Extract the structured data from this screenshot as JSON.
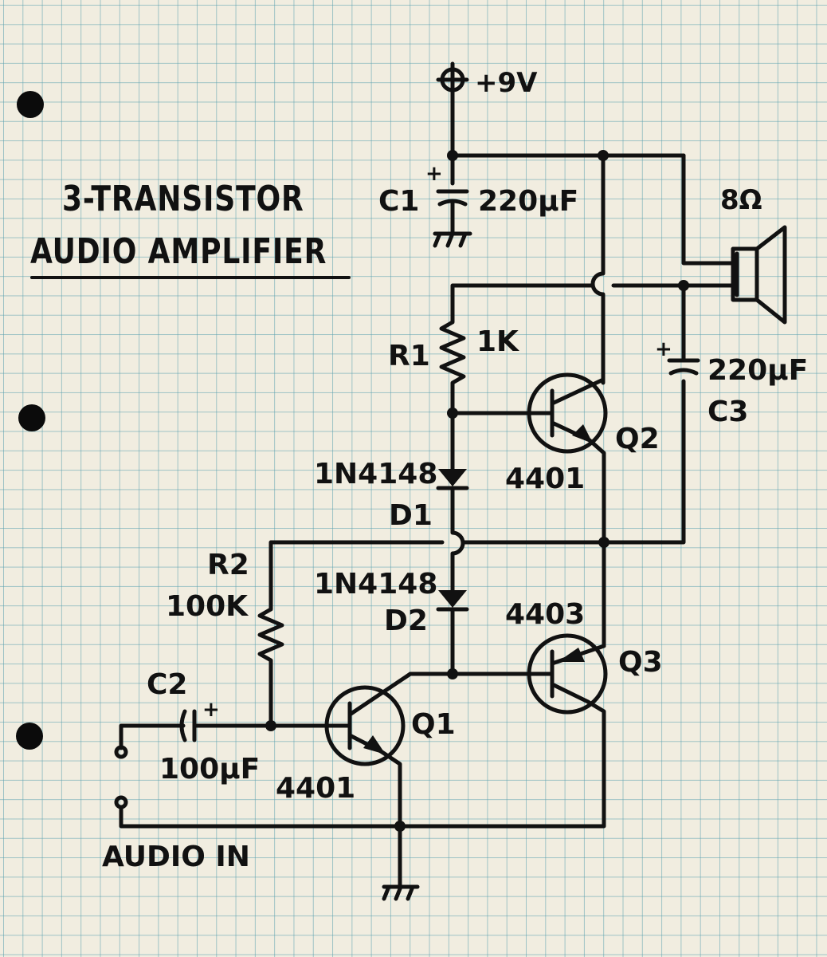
{
  "title": {
    "line1": "3-TRANSISTOR",
    "line2": "AUDIO AMPLIFIER"
  },
  "supply": {
    "label": "+9V"
  },
  "components": {
    "c1": {
      "name": "C1",
      "value": "220µF",
      "polarity": "+"
    },
    "c2": {
      "name": "C2",
      "value": "100µF",
      "polarity": "+"
    },
    "c3": {
      "name": "C3",
      "value": "220µF",
      "polarity": "+"
    },
    "r1": {
      "name": "R1",
      "value": "1K"
    },
    "r2": {
      "name": "R2",
      "value": "100K"
    },
    "d1": {
      "part": "1N4148",
      "name": "D1"
    },
    "d2": {
      "part": "1N4148",
      "name": "D2"
    },
    "q1": {
      "name": "Q1",
      "part": "4401"
    },
    "q2": {
      "name": "Q2",
      "part": "4401"
    },
    "q3": {
      "name": "Q3",
      "part": "4403"
    },
    "speaker": {
      "value": "8Ω"
    }
  },
  "input": {
    "label": "AUDIO IN"
  },
  "colors": {
    "paper": "#f1ede0",
    "grid": "#5aa0af",
    "ink": "#111111"
  }
}
